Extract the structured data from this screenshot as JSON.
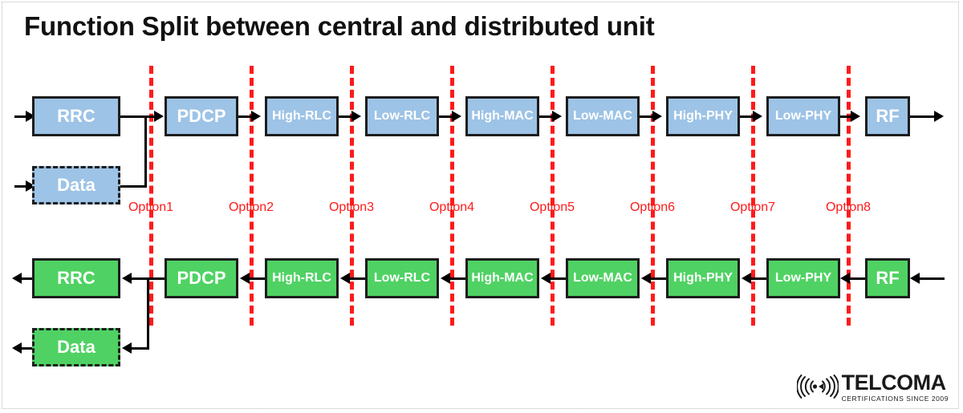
{
  "title": "Function Split between central and distributed unit",
  "colors": {
    "uplink_block": "#9dc3e6",
    "downlink_block": "#4fd263",
    "split_line": "#ff1a1a",
    "connector": "#000000",
    "block_border": "#1d1d1d",
    "title": "#111111"
  },
  "top_chain": {
    "name": "downlink-chain",
    "direction": "left-to-right",
    "blocks": [
      {
        "id": "rrc",
        "label": "RRC"
      },
      {
        "id": "data",
        "label": "Data"
      },
      {
        "id": "pdcp",
        "label": "PDCP"
      },
      {
        "id": "high-rlc",
        "label": "High-RLC"
      },
      {
        "id": "low-rlc",
        "label": "Low-RLC"
      },
      {
        "id": "high-mac",
        "label": "High-MAC"
      },
      {
        "id": "low-mac",
        "label": "Low-MAC"
      },
      {
        "id": "high-phy",
        "label": "High-PHY"
      },
      {
        "id": "low-phy",
        "label": "Low-PHY"
      },
      {
        "id": "rf",
        "label": "RF"
      }
    ]
  },
  "bottom_chain": {
    "name": "uplink-chain",
    "direction": "right-to-left",
    "blocks": [
      {
        "id": "rrc",
        "label": "RRC"
      },
      {
        "id": "data",
        "label": "Data"
      },
      {
        "id": "pdcp",
        "label": "PDCP"
      },
      {
        "id": "high-rlc",
        "label": "High-RLC"
      },
      {
        "id": "low-rlc",
        "label": "Low-RLC"
      },
      {
        "id": "high-mac",
        "label": "High-MAC"
      },
      {
        "id": "low-mac",
        "label": "Low-MAC"
      },
      {
        "id": "high-phy",
        "label": "High-PHY"
      },
      {
        "id": "low-phy",
        "label": "Low-PHY"
      },
      {
        "id": "rf",
        "label": "RF"
      }
    ]
  },
  "split_options": [
    {
      "label": "Option1"
    },
    {
      "label": "Option2"
    },
    {
      "label": "Option3"
    },
    {
      "label": "Option4"
    },
    {
      "label": "Option5"
    },
    {
      "label": "Option6"
    },
    {
      "label": "Option7"
    },
    {
      "label": "Option8"
    }
  ],
  "logo": {
    "icon": "signal-waves-icon",
    "brand": "TELCOMA",
    "tagline": "CERTIFICATIONS SINCE 2009"
  }
}
